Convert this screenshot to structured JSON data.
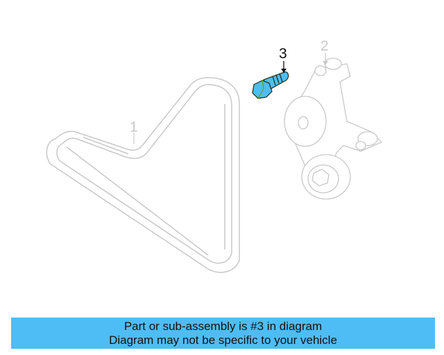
{
  "diagram": {
    "callouts": [
      {
        "number": "1",
        "highlighted": false
      },
      {
        "number": "2",
        "highlighted": false
      },
      {
        "number": "3",
        "highlighted": true
      }
    ],
    "highlight_color": "#4fbdf5",
    "line_color": "#c8c8c8"
  },
  "banner": {
    "line1": "Part or sub-assembly is #3 in diagram",
    "line2": "Diagram may not be specific to your vehicle",
    "background": "#4fbdf5"
  }
}
